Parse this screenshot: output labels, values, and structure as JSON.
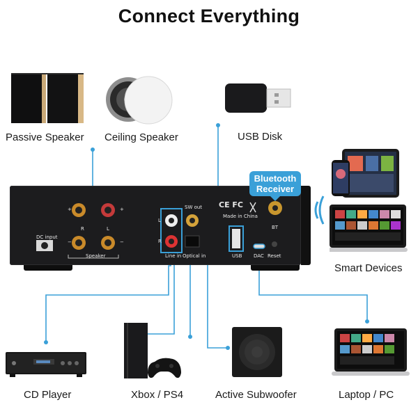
{
  "title": "Connect Everything",
  "labels": {
    "passive_speaker": "Passive Speaker",
    "ceiling_speaker": "Ceiling Speaker",
    "usb_disk": "USB Disk",
    "smart_devices": "Smart Devices",
    "cd_player": "CD Player",
    "xbox_ps4": "Xbox / PS4",
    "active_subwoofer": "Active Subwoofer",
    "laptop_pc": "Laptop / PC"
  },
  "badge": {
    "bluetooth": "Bluetooth",
    "receiver": "Receiver"
  },
  "panel": {
    "dc_input": "DC input",
    "speaker": "Speaker",
    "r": "R",
    "l": "L",
    "plus": "+",
    "minus": "−",
    "line_in": "Line in",
    "optical_in": "Optical in",
    "sw_out": "SW out",
    "made_in": "Made in China",
    "cert": "CE FC",
    "usb": "USB",
    "dac": "DAC",
    "reset": "Reset",
    "bt": "BT"
  },
  "colors": {
    "accent": "#3aa0d8",
    "device": "#1c1c1e"
  }
}
